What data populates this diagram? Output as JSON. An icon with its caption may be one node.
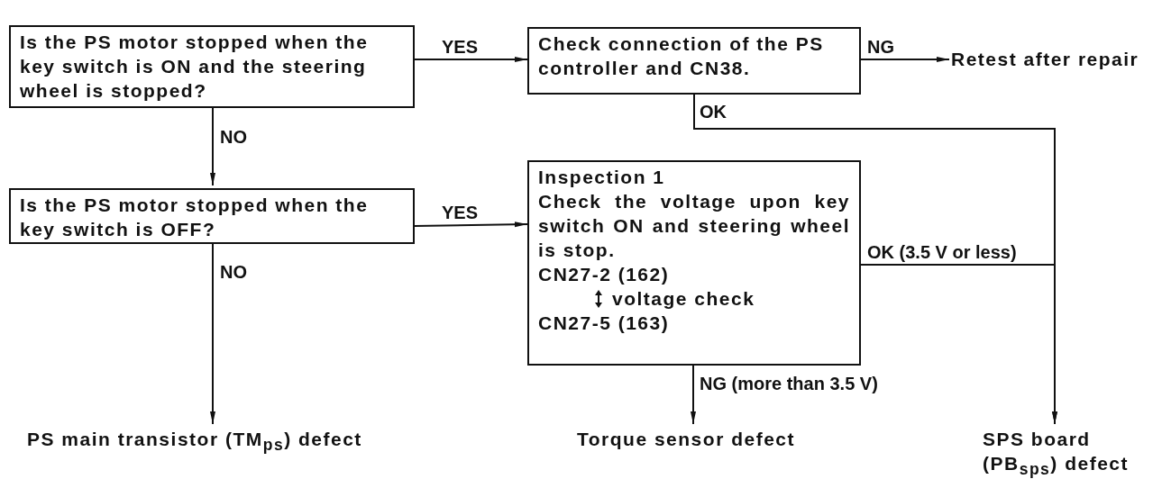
{
  "diagram": {
    "nodes": [
      {
        "text": [
          "Is the PS motor stopped when the key switch is ON and the steering wheel is stopped?"
        ]
      },
      {
        "text": [
          "Check connection of the PS controller and CN38."
        ]
      },
      {
        "text": [
          "Retest after repair"
        ]
      },
      {
        "text": [
          "Is the PS motor stopped when the key switch is OFF?"
        ]
      },
      {
        "text": [
          "Inspection 1",
          "Check the voltage upon key switch ON and steering wheel is stop.",
          "CN27-2 (162)",
          "voltage check",
          "CN27-5 (163)"
        ]
      },
      {
        "text": [
          "PS main transistor (TM$_{ps}$) defect"
        ]
      },
      {
        "text": [
          "Torque sensor defect"
        ]
      },
      {
        "text": [
          "SPS board (PB$_{sps}$) defect"
        ]
      }
    ],
    "edges": [
      {
        "from": 0,
        "to": 1,
        "arrow": "to",
        "label": "YES"
      },
      {
        "from": 1,
        "to": 2,
        "arrow": "to",
        "label": "NG"
      },
      {
        "from": 1,
        "to": 7,
        "arrow": "to",
        "label": "OK"
      },
      {
        "from": 0,
        "to": 3,
        "arrow": "to",
        "label": "NO"
      },
      {
        "from": 3,
        "to": 4,
        "arrow": "to",
        "label": "YES"
      },
      {
        "from": 4,
        "to": 7,
        "arrow": "to",
        "label": "OK (3.5 V or less)"
      },
      {
        "from": 3,
        "to": 5,
        "arrow": "to",
        "label": "NO"
      },
      {
        "from": 4,
        "to": 6,
        "arrow": "to",
        "label": "NG (more than 3.5 V)"
      }
    ]
  }
}
